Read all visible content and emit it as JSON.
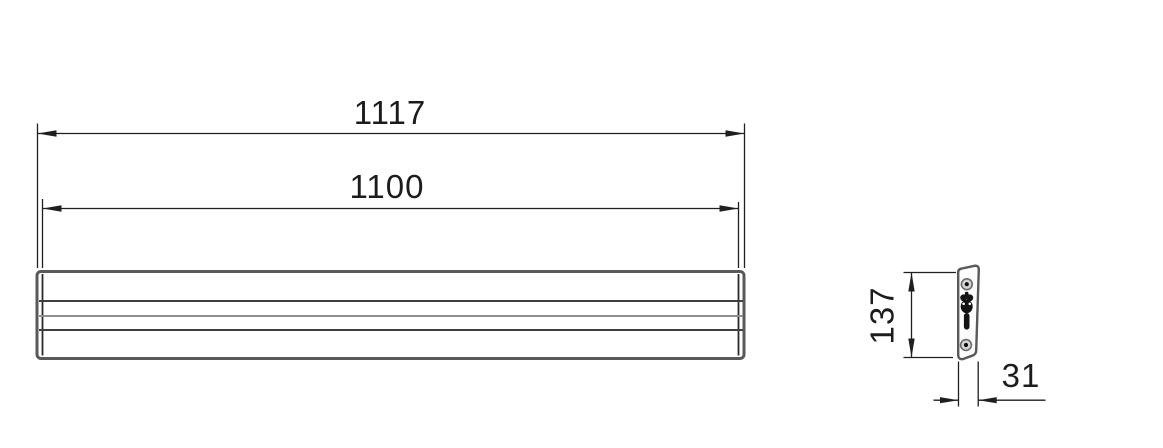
{
  "drawing": {
    "front_view": {
      "overall_width_label": "1117",
      "visible_width_label": "1100"
    },
    "side_view": {
      "height_label": "137",
      "depth_label": "31"
    },
    "colors": {
      "dimension_line": "#1f1f1f",
      "panel_border": "#58595b",
      "slat_dark": "#3f3f3f",
      "slat_light": "#8f8f8f",
      "bracket_black": "#131313",
      "background": "#ffffff"
    }
  }
}
